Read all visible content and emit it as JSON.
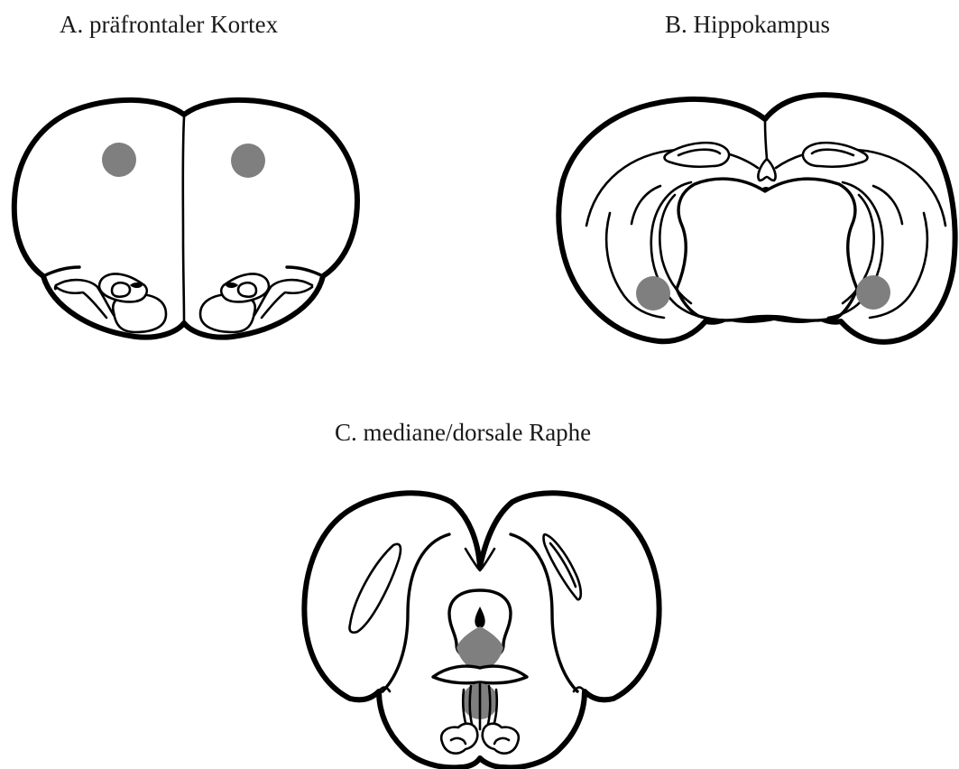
{
  "panels": [
    {
      "id": "A",
      "title": "A. präfrontaler Kortex",
      "marker_count": 2
    },
    {
      "id": "B",
      "title": "B. Hippokampus",
      "marker_count": 2
    },
    {
      "id": "C",
      "title": "C. mediane/dorsale Raphe",
      "marker_count": 2
    }
  ],
  "colors": {
    "outline": "#000000",
    "fill": "#ffffff",
    "marker": "#7f7f7f",
    "text": "#1a1a1a"
  }
}
